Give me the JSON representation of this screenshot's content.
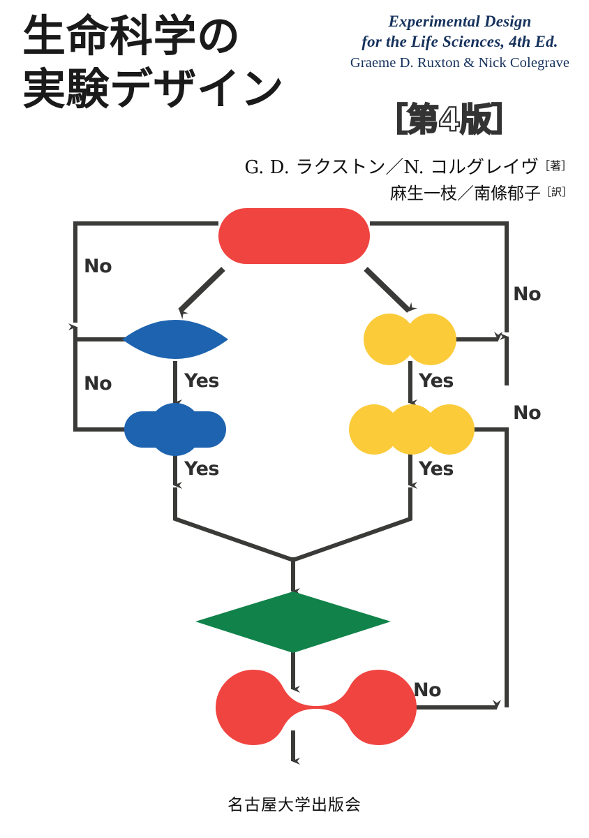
{
  "cover": {
    "background_color": "#ffffff",
    "title_jp_line1": "生命科学の",
    "title_jp_line2": "実験デザイン",
    "edition_badge": "［第4版］",
    "title_en_line1": "Experimental Design",
    "title_en_line2": "for the Life Sciences, 4th Ed.",
    "authors_en": "Graeme D. Ruxton & Nick Colegrave",
    "authors_jp": "G. D. ラクストン／N. コルグレイヴ",
    "authors_jp_role": "［著］",
    "translators_jp": "麻生一枝／南條郁子",
    "translators_jp_role": "［訳］",
    "publisher": "名古屋大学出版会"
  },
  "colors": {
    "red": "#F04440",
    "blue": "#1D63AF",
    "yellow": "#FBCB3A",
    "green": "#10824A",
    "line": "#3A3A38",
    "en_text": "#16325C",
    "jp_text": "#1A1A1A"
  },
  "flowchart": {
    "nodes": [
      {
        "id": "start",
        "shape": "rounded-rect",
        "color": "#F04440"
      },
      {
        "id": "left-decision-1",
        "shape": "lens",
        "color": "#1D63AF"
      },
      {
        "id": "left-decision-2",
        "shape": "bar-with-circle",
        "color": "#1D63AF"
      },
      {
        "id": "right-decision-1",
        "shape": "two-circles",
        "color": "#FBCB3A"
      },
      {
        "id": "right-decision-2",
        "shape": "three-circles",
        "color": "#FBCB3A"
      },
      {
        "id": "merge-node",
        "shape": "diamond",
        "color": "#10824A"
      },
      {
        "id": "final-node",
        "shape": "peanut",
        "color": "#F04440"
      }
    ],
    "labels": {
      "no": "No",
      "yes": "Yes"
    },
    "edge_labels": [
      {
        "id": "left-no-top",
        "text": "No"
      },
      {
        "id": "left-no-bottom",
        "text": "No"
      },
      {
        "id": "left-yes-top",
        "text": "Yes"
      },
      {
        "id": "left-yes-bottom",
        "text": "Yes"
      },
      {
        "id": "right-no-top",
        "text": "No"
      },
      {
        "id": "right-no-bottom",
        "text": "No"
      },
      {
        "id": "right-yes-top",
        "text": "Yes"
      },
      {
        "id": "right-yes-bottom",
        "text": "Yes"
      },
      {
        "id": "final-no",
        "text": "No"
      }
    ]
  }
}
